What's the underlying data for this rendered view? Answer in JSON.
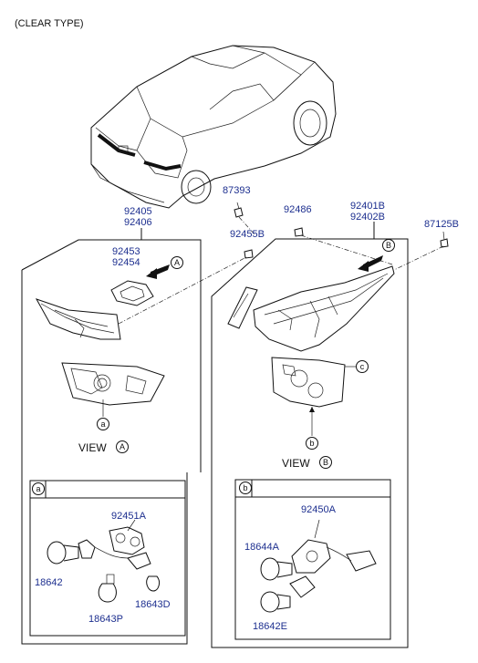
{
  "header": {
    "title": "(CLEAR TYPE)"
  },
  "parts": {
    "p87393": "87393",
    "p92486": "92486",
    "p92455b": "92455B",
    "p92401b": "92401B",
    "p92402b": "92402B",
    "p87125b": "87125B",
    "p92405": "92405",
    "p92406": "92406",
    "p92453": "92453",
    "p92454": "92454",
    "p92451a": "92451A",
    "p18642": "18642",
    "p18643p": "18643P",
    "p18643d": "18643D",
    "p92450a": "92450A",
    "p18644a": "18644A",
    "p18642e": "18642E"
  },
  "callouts": {
    "a": "a",
    "b": "b",
    "c": "c",
    "A": "A",
    "B": "B"
  },
  "views": {
    "view_word": "VIEW",
    "view_a": "A",
    "view_b": "B"
  }
}
